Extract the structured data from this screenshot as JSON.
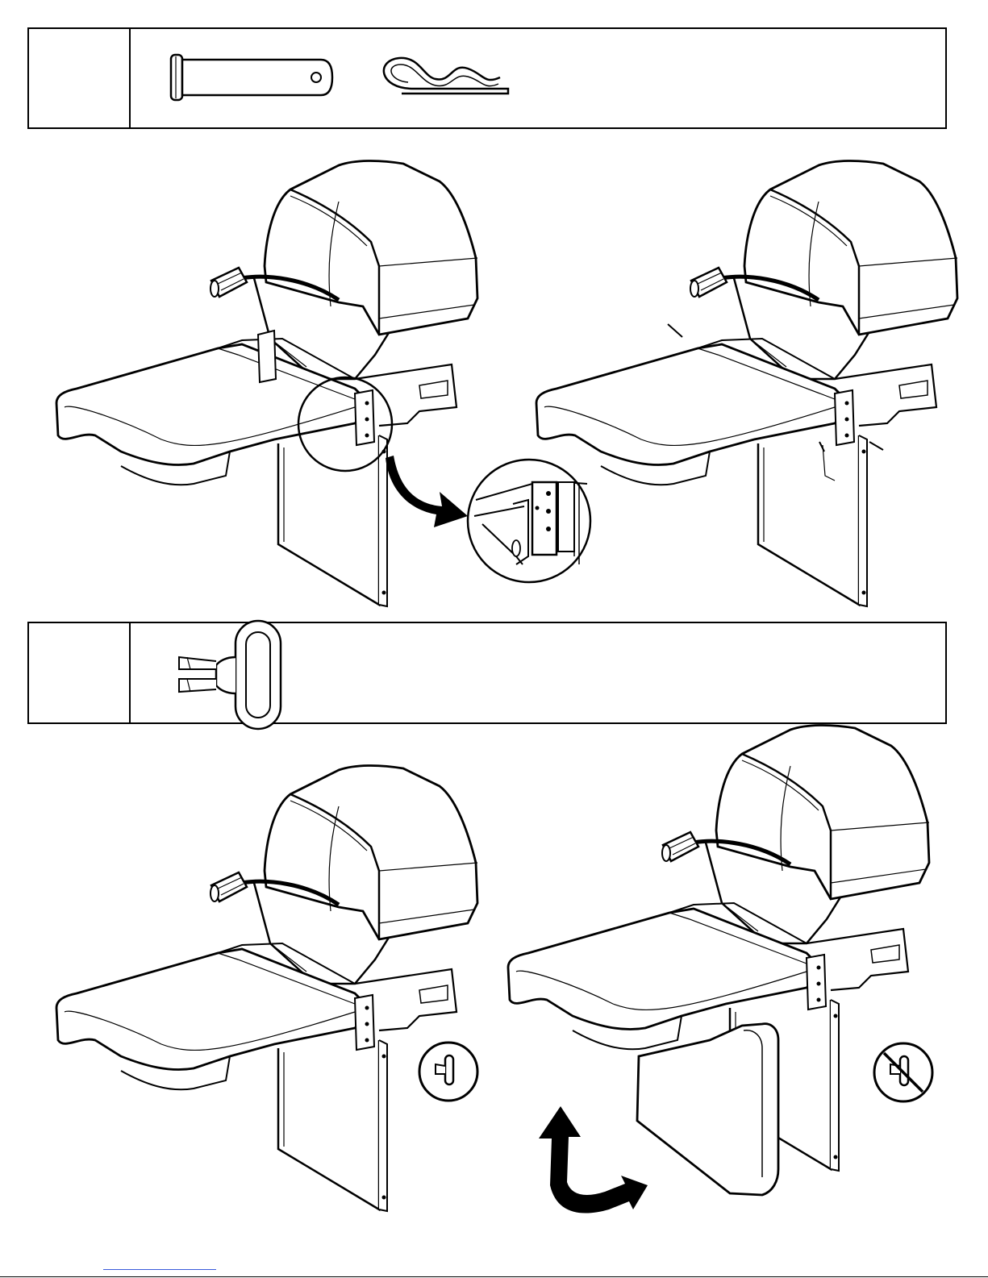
{
  "steps": [
    {
      "parts": [
        "clevis-pin",
        "hitch-pin-clip"
      ]
    },
    {
      "parts": [
        "lock-pin"
      ]
    }
  ],
  "figures": [
    {
      "id": "side-shelf-attach",
      "callout": "hinge-bracket-detail"
    },
    {
      "id": "side-shelf-pinned"
    },
    {
      "id": "shelf-pin-locked",
      "badge": "pin-allowed-icon"
    },
    {
      "id": "shelf-folded",
      "badge": "pin-prohibited-icon"
    }
  ],
  "colors": {
    "line": "#000000",
    "fill": "#ffffff",
    "shade": "#f2f2f2",
    "link": "#3b5bdb"
  }
}
